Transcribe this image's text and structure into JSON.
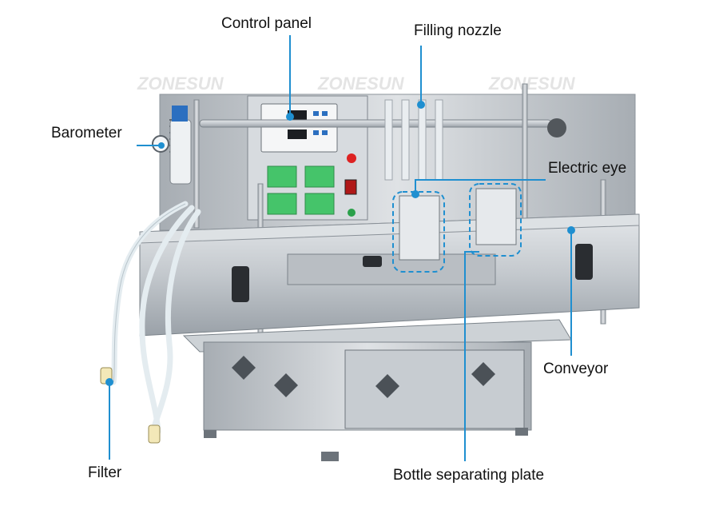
{
  "labels": {
    "control_panel": "Control panel",
    "filling_nozzle": "Filling nozzle",
    "barometer": "Barometer",
    "electric_eye": "Electric eye",
    "conveyor": "Conveyor",
    "filter": "Filter",
    "bottle_separating_plate": "Bottle separating plate"
  },
  "watermark": "ZONESUN",
  "colors": {
    "callout_line": "#1f8fd0",
    "steel": "#c9ced3",
    "steel_dark": "#8d949b",
    "panel_green": "#45c46a",
    "tube": "#eef4f7"
  }
}
